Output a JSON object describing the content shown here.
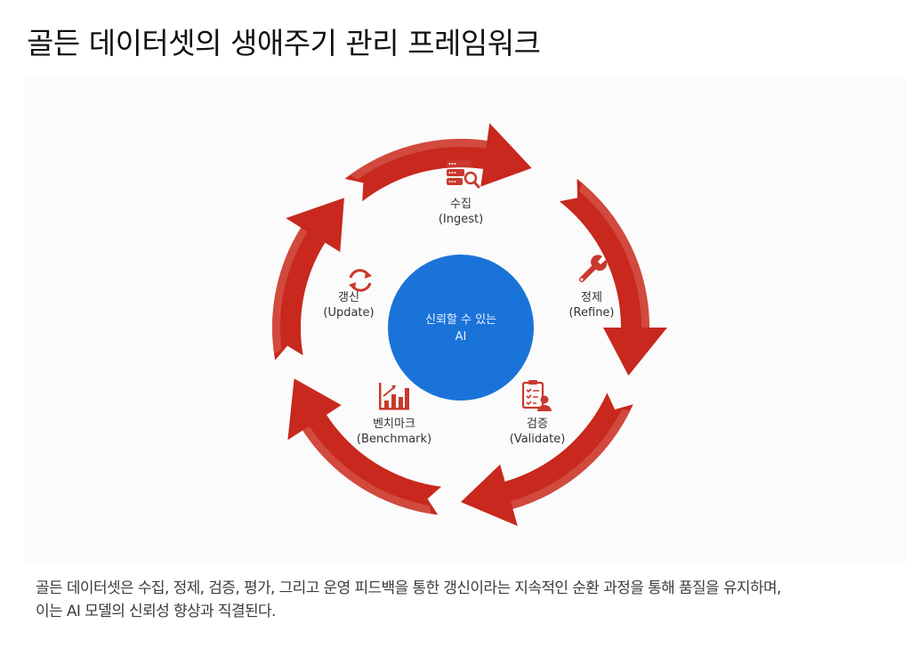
{
  "title": "골든 데이터셋의 생애주기 관리 프레임워크",
  "diagram": {
    "type": "cycle",
    "center": {
      "line1": "신뢰할 수 있는",
      "line2": "AI"
    },
    "stages": [
      {
        "id": "ingest",
        "label_ko": "수집",
        "label_en": "(Ingest)",
        "icon": "server-search-icon"
      },
      {
        "id": "refine",
        "label_ko": "정제",
        "label_en": "(Refine)",
        "icon": "wrench-icon"
      },
      {
        "id": "validate",
        "label_ko": "검증",
        "label_en": "(Validate)",
        "icon": "clipboard-checklist-user-icon"
      },
      {
        "id": "benchmark",
        "label_ko": "벤치마크",
        "label_en": "(Benchmark)",
        "icon": "bar-chart-trend-icon"
      },
      {
        "id": "update",
        "label_ko": "갱신",
        "label_en": "(Update)",
        "icon": "refresh-cycle-icon"
      }
    ],
    "flow_direction": "clockwise",
    "colors": {
      "arrow": "#c8281e",
      "arrow_highlight": "#d6574b",
      "center": "#1a73d9",
      "icon": "#c9392d"
    }
  },
  "caption": {
    "line1": "골든 데이터셋은 수집, 정제, 검증, 평가, 그리고 운영 피드백을 통한 갱신이라는 지속적인 순환 과정을 통해 품질을 유지하며,",
    "line2": "이는 AI 모델의 신뢰성 향상과 직결된다."
  }
}
